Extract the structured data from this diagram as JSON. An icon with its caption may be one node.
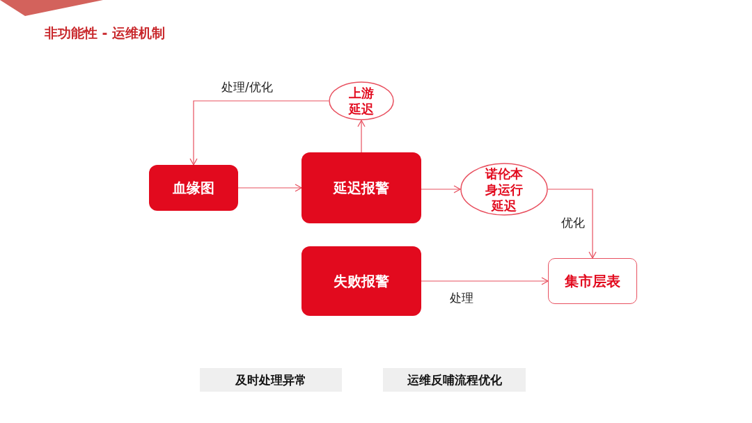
{
  "diagram": {
    "title": "非功能性 - 运维机制",
    "nodes": [
      {
        "text": [
          "血缘图"
        ]
      },
      {
        "text": [
          "延迟报警"
        ]
      },
      {
        "text": [
          "上游延迟"
        ]
      },
      {
        "text": [
          "诺伦本身运行延迟"
        ]
      },
      {
        "text": [
          "失败报警"
        ]
      },
      {
        "text": [
          "集市层表"
        ]
      },
      {
        "text": [
          "及时处理异常"
        ]
      },
      {
        "text": [
          "运维反哺流程优化"
        ]
      }
    ],
    "edges": [
      {
        "from": 1,
        "to": 2,
        "arrow": "to"
      },
      {
        "from": 2,
        "to": 0,
        "arrow": "to",
        "label": "处理/优化"
      },
      {
        "from": 0,
        "to": 1,
        "arrow": "to"
      },
      {
        "from": 1,
        "to": 3,
        "arrow": "to"
      },
      {
        "from": 3,
        "to": 5,
        "arrow": "to",
        "label": "优化"
      },
      {
        "from": 4,
        "to": 5,
        "arrow": "to",
        "label": "处理"
      }
    ]
  }
}
